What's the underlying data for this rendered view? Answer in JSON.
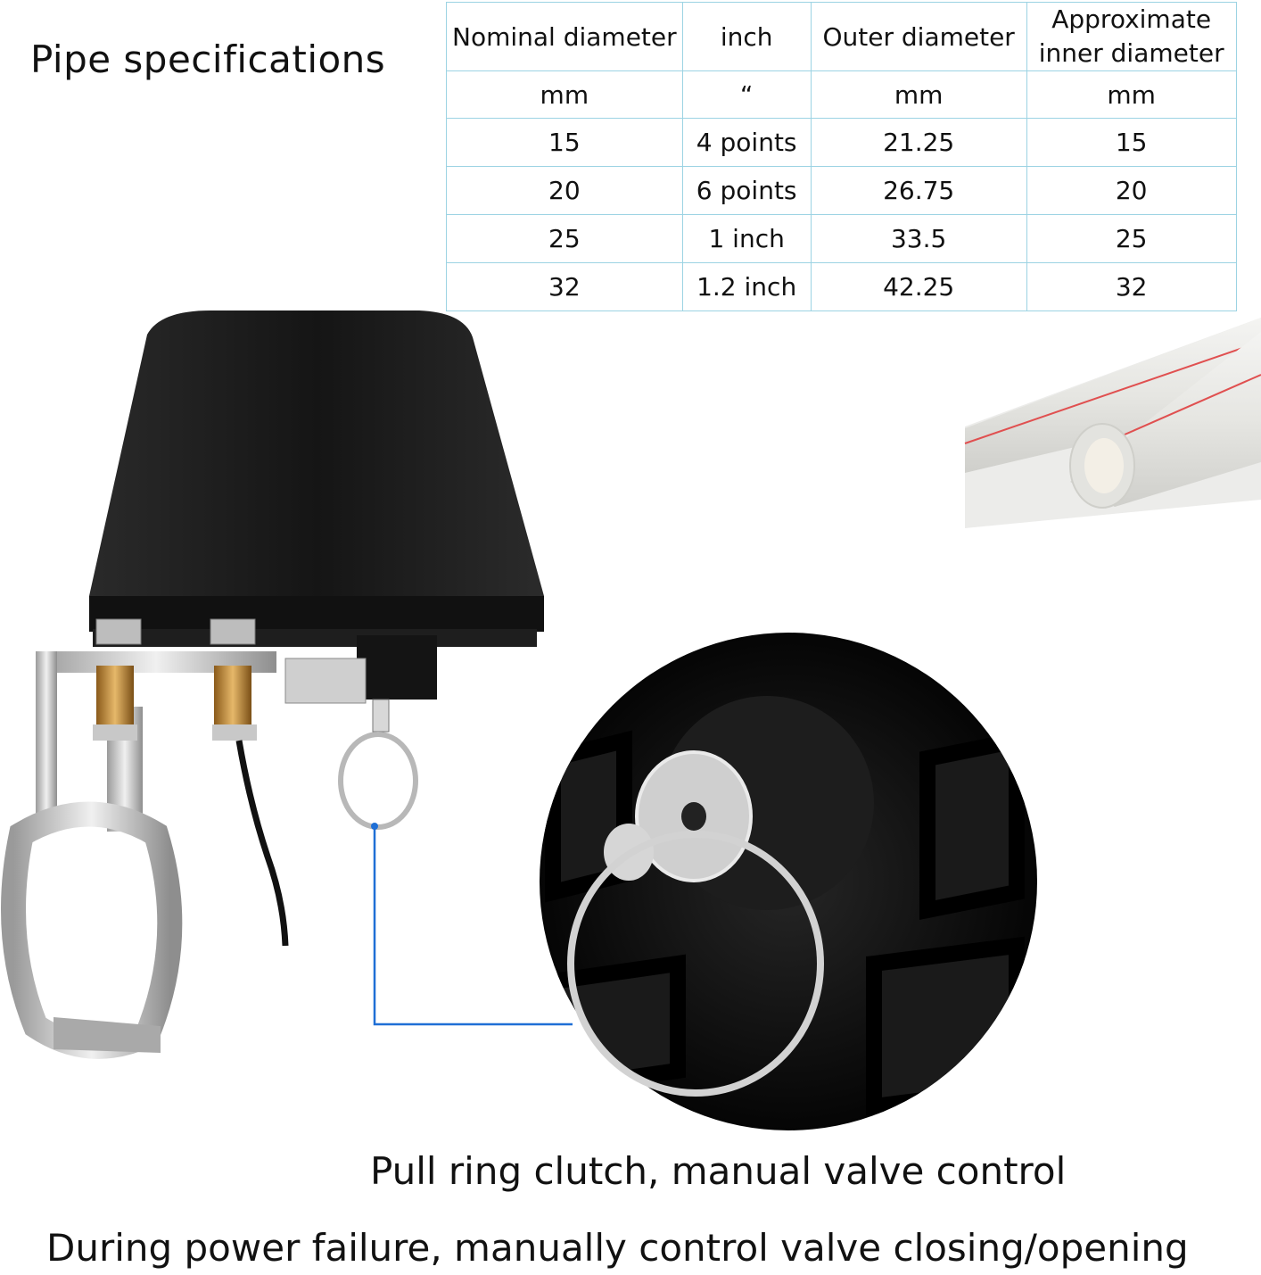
{
  "heading": "Pipe specifications",
  "table": {
    "headers": [
      "Nominal diameter",
      "inch",
      "Outer diameter",
      "Approximate inner diameter"
    ],
    "units": [
      "mm",
      "“",
      "mm",
      "mm"
    ],
    "rows": [
      [
        "15",
        "4 points",
        "21.25",
        "15"
      ],
      [
        "20",
        "6 points",
        "26.75",
        "20"
      ],
      [
        "25",
        "1 inch",
        "33.5",
        "25"
      ],
      [
        "32",
        "1.2 inch",
        "42.25",
        "32"
      ]
    ]
  },
  "captions": {
    "line1": "Pull ring clutch, manual valve control",
    "line2": "During power failure, manually control valve closing/opening"
  },
  "colors": {
    "table_border": "#9cd3e3",
    "callout_line": "#1f6fd6",
    "valve_body": "#1b1b1b"
  }
}
